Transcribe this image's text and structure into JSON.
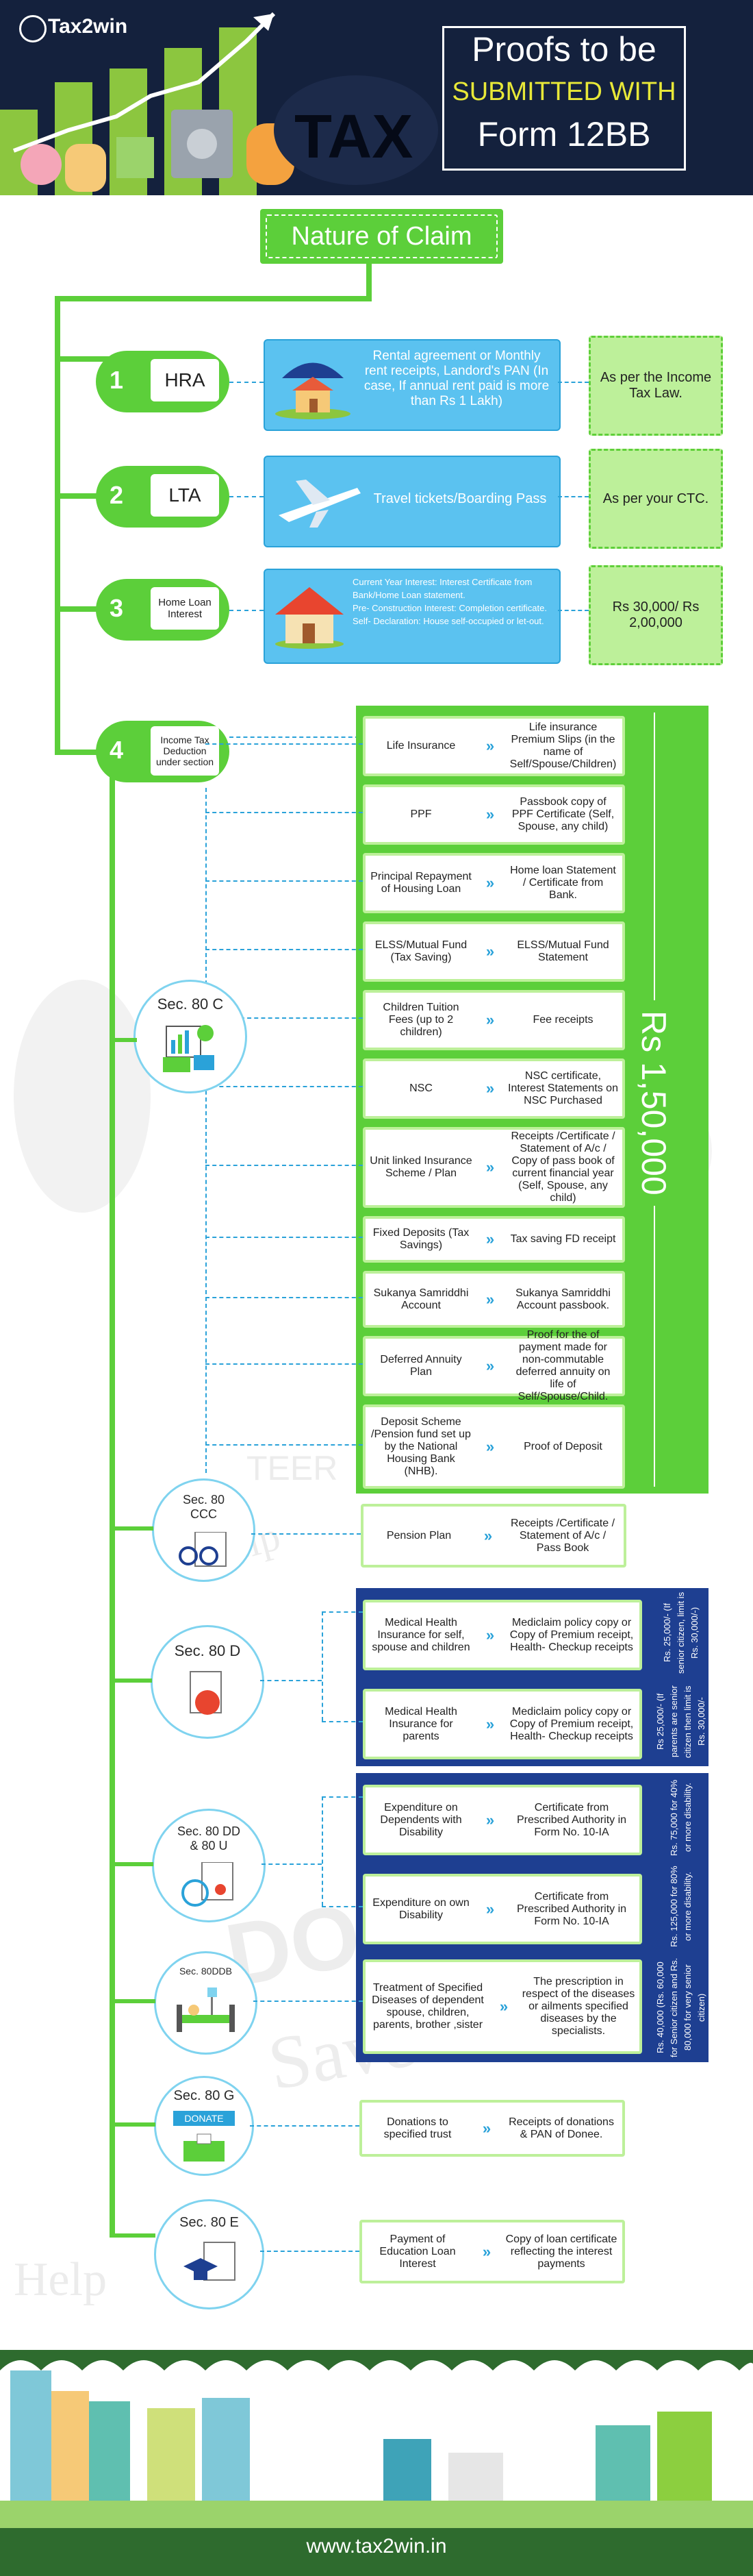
{
  "header": {
    "logo": "Tax2win",
    "title_line1": "Proofs to be",
    "title_line2": "SUBMITTED WITH",
    "title_line3": "Form 12BB",
    "tax_stamp": "TAX"
  },
  "nature_of_claim": "Nature of Claim",
  "claims": [
    {
      "num": "1",
      "label": "HRA",
      "proof": "Rental agreement or Monthly rent receipts, Landord's PAN (In case, If annual rent paid is more than Rs 1 Lakh)",
      "amount": "As per the Income Tax Law."
    },
    {
      "num": "2",
      "label": "LTA",
      "proof": "Travel tickets/Boarding Pass",
      "amount": "As per your CTC."
    },
    {
      "num": "3",
      "label": "Home Loan Interest",
      "proof_lines": [
        "Current Year Interest: Interest Certificate from Bank/Home Loan statement.",
        "Pre- Construction Interest: Completion certificate.",
        "Self- Declaration: House self-occupied or let-out."
      ],
      "amount": "Rs 30,000/ Rs 2,00,000"
    },
    {
      "num": "4",
      "label": "Income Tax Deduction under section"
    }
  ],
  "sec80c": {
    "label": "Sec. 80 C",
    "limit": "Rs 1,50,000",
    "rows": [
      {
        "l": "Life Insurance",
        "r": "Life insurance Premium Slips (in the name of Self/Spouse/Children)"
      },
      {
        "l": "PPF",
        "r": "Passbook copy of PPF Certificate (Self, Spouse, any child)"
      },
      {
        "l": "Principal Repayment of Housing Loan",
        "r": "Home loan Statement / Certificate from Bank."
      },
      {
        "l": "ELSS/Mutual Fund (Tax Saving)",
        "r": "ELSS/Mutual Fund Statement"
      },
      {
        "l": "Children Tuition Fees (up to 2 children)",
        "r": "Fee receipts"
      },
      {
        "l": "NSC",
        "r": "NSC certificate, Interest Statements on NSC Purchased"
      },
      {
        "l": "Unit linked Insurance Scheme / Plan",
        "r": "Receipts /Certificate / Statement of A/c / Copy of pass book of current financial year (Self, Spouse, any child)"
      },
      {
        "l": "Fixed Deposits (Tax Savings)",
        "r": "Tax saving FD receipt"
      },
      {
        "l": "Sukanya Samriddhi Account",
        "r": "Sukanya Samriddhi Account passbook."
      },
      {
        "l": "Deferred Annuity Plan",
        "r": "Proof for the of payment made for non-commutable deferred annuity on life of Self/Spouse/Child."
      },
      {
        "l": "Deposit Scheme /Pension fund set up by the National Housing Bank (NHB).",
        "r": "Proof of Deposit"
      }
    ]
  },
  "sec80ccc": {
    "label": "Sec. 80 CCC",
    "l": "Pension Plan",
    "r": "Receipts /Certificate / Statement of A/c / Pass Book"
  },
  "sec80d": {
    "label": "Sec. 80 D",
    "rows": [
      {
        "l": "Medical Health Insurance for self, spouse and children",
        "r": "Mediclaim policy copy or Copy of Premium receipt, Health- Checkup receipts",
        "limit": "Rs. 25,000/- (If senior citizen, limit is Rs. 30,000/-)"
      },
      {
        "l": "Medical Health Insurance for parents",
        "r": "Mediclaim policy copy or Copy of Premium receipt, Health- Checkup receipts",
        "limit": "Rs 25,000/- (If parents are senior citizen then limit is Rs. 30,000/-"
      }
    ]
  },
  "sec80dd": {
    "label": "Sec. 80 DD & 80 U",
    "rows": [
      {
        "l": "Expenditure on Dependents with Disability",
        "r": "Certificate from Prescribed Authority in Form No. 10-IA",
        "limit": "Rs. 75,000 for 40% or more disability."
      },
      {
        "l": "Expenditure on own Disability",
        "r": "Certificate from Prescribed Authority in Form No. 10-IA",
        "limit": "Rs. 125,000 for 80% or more disability."
      }
    ]
  },
  "sec80ddb": {
    "label": "Sec. 80DDB",
    "l": "Treatment of Specified Diseases of dependent spouse, children, parents, brother ,sister",
    "r": "The prescription in respect of the diseases or ailments specified diseases by the specialists.",
    "limit": "Rs. 40,000 (Rs. 60,000 for Senior citizen and Rs. 80,000 for very senior citizen)"
  },
  "sec80g": {
    "label": "Sec. 80 G",
    "donate": "DONATE",
    "l": "Donations to specified trust",
    "r": "Receipts of donations & PAN of Donee."
  },
  "sec80e": {
    "label": "Sec. 80 E",
    "l": "Payment of Education Loan Interest",
    "r": "Copy of loan certificate reflecting the interest payments"
  },
  "watermark": {
    "help": "Help",
    "donate": "DONATE",
    "save": "Save Taxes",
    "eer": "TEER"
  },
  "footer": {
    "url": "www.tax2win.in"
  },
  "colors": {
    "green": "#5ccf3a",
    "blue": "#5bc2f0",
    "navy": "#14213d",
    "panel": "#1e3f91"
  }
}
